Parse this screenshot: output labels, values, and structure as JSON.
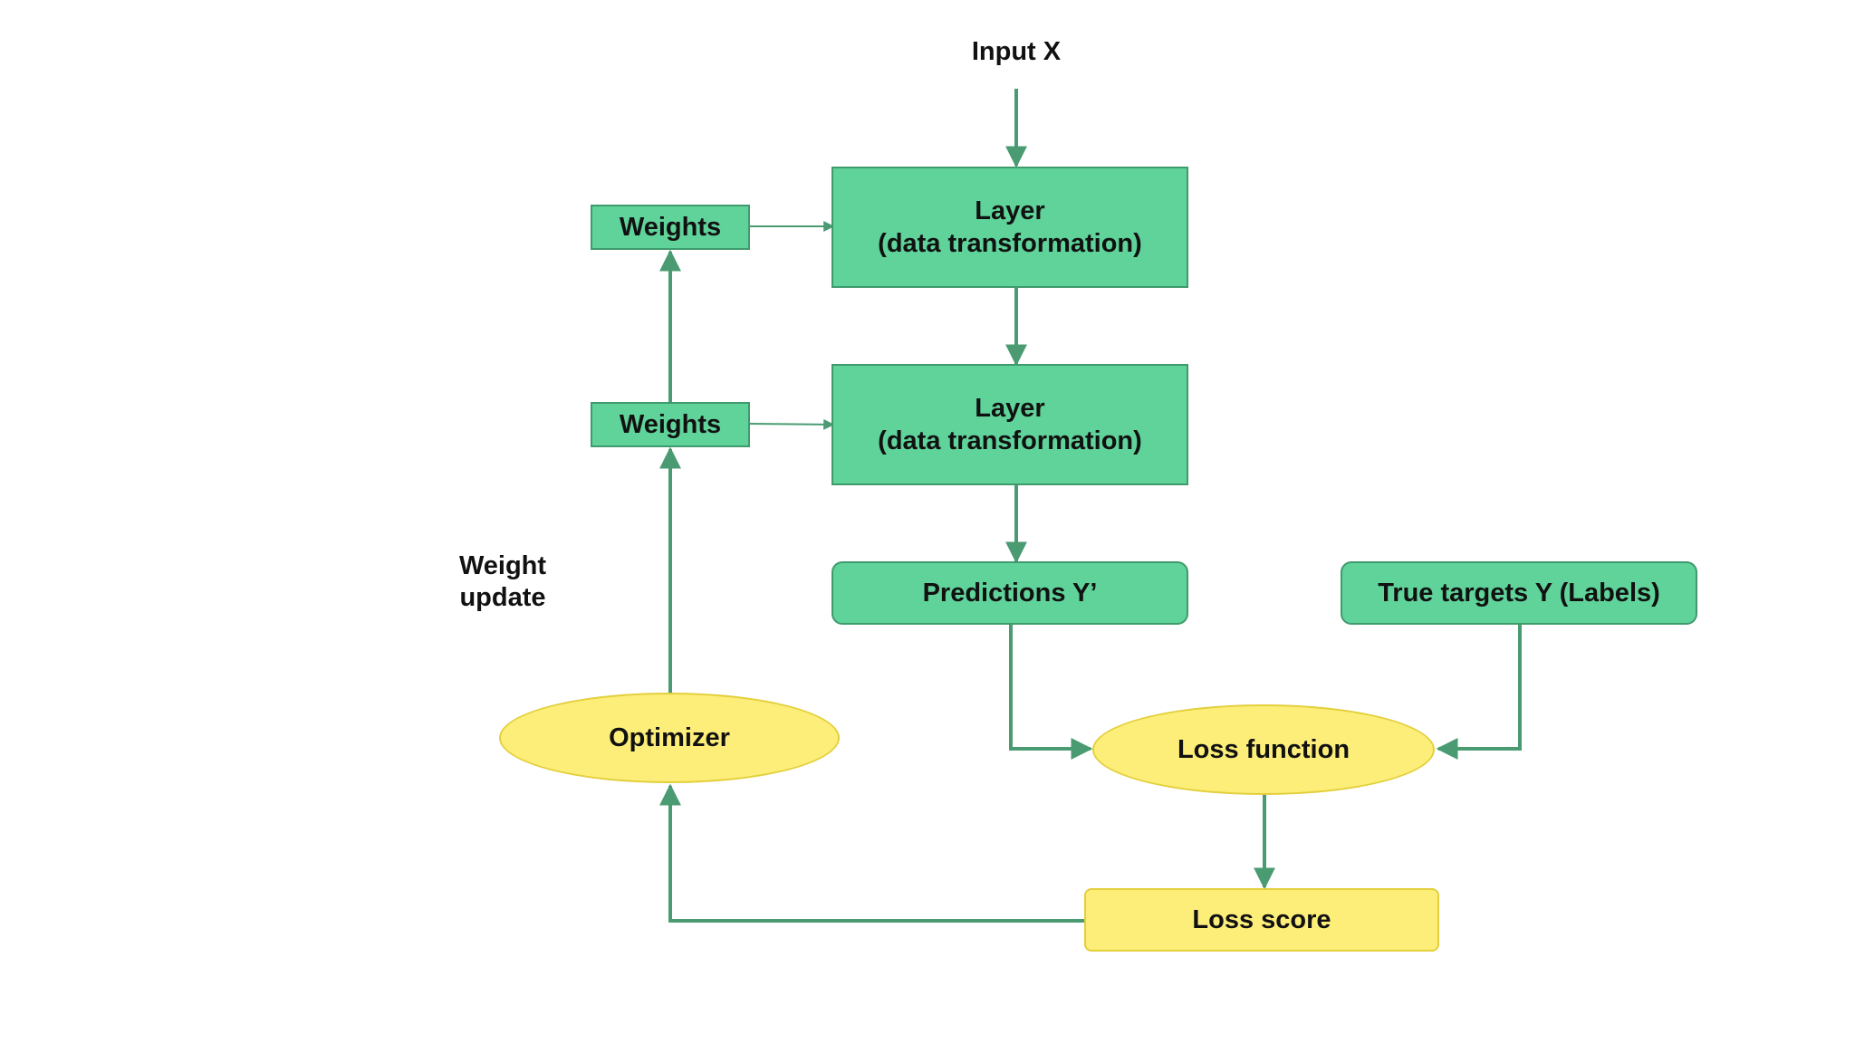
{
  "colors": {
    "node_green": "#5fd39a",
    "node_green_border": "#3f9a6c",
    "node_yellow": "#fdee7a",
    "node_yellow_border": "#e3cf3b",
    "arrow": "#4a9b72"
  },
  "input_label": "Input X",
  "weight_update_label": {
    "line1": "Weight",
    "line2": "update"
  },
  "weights_top": "Weights",
  "weights_bottom": "Weights",
  "layer_top": {
    "line1": "Layer",
    "line2": "(data transformation)"
  },
  "layer_bottom": {
    "line1": "Layer",
    "line2": "(data transformation)"
  },
  "predictions": "Predictions Y’",
  "true_targets": "True targets Y (Labels)",
  "optimizer": "Optimizer",
  "loss_function": "Loss function",
  "loss_score": "Loss score"
}
